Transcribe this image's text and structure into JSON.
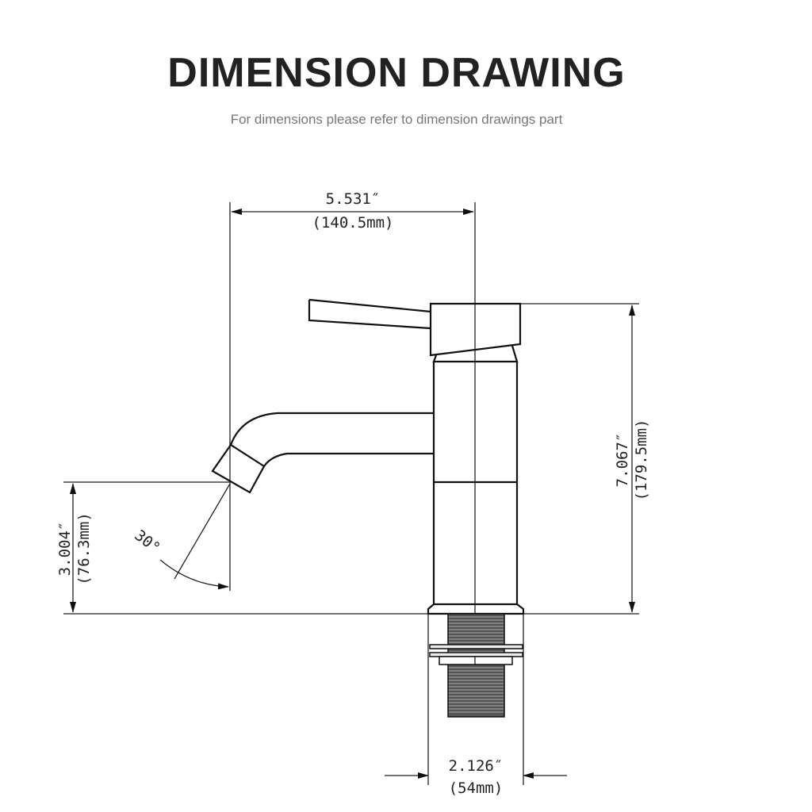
{
  "header": {
    "title": "DIMENSION DRAWING",
    "subtitle": "For dimensions please refer to dimension drawings part"
  },
  "dimensions": {
    "spout_reach": {
      "inch": "5.531″",
      "mm": "(140.5mm)"
    },
    "height": {
      "inch": "7.067″",
      "mm": "(179.5mm)"
    },
    "spout_height": {
      "inch": "3.004″",
      "mm": "(76.3mm)"
    },
    "base_width": {
      "inch": "2.126″",
      "mm": "(54mm)"
    },
    "spout_angle": "30°"
  }
}
